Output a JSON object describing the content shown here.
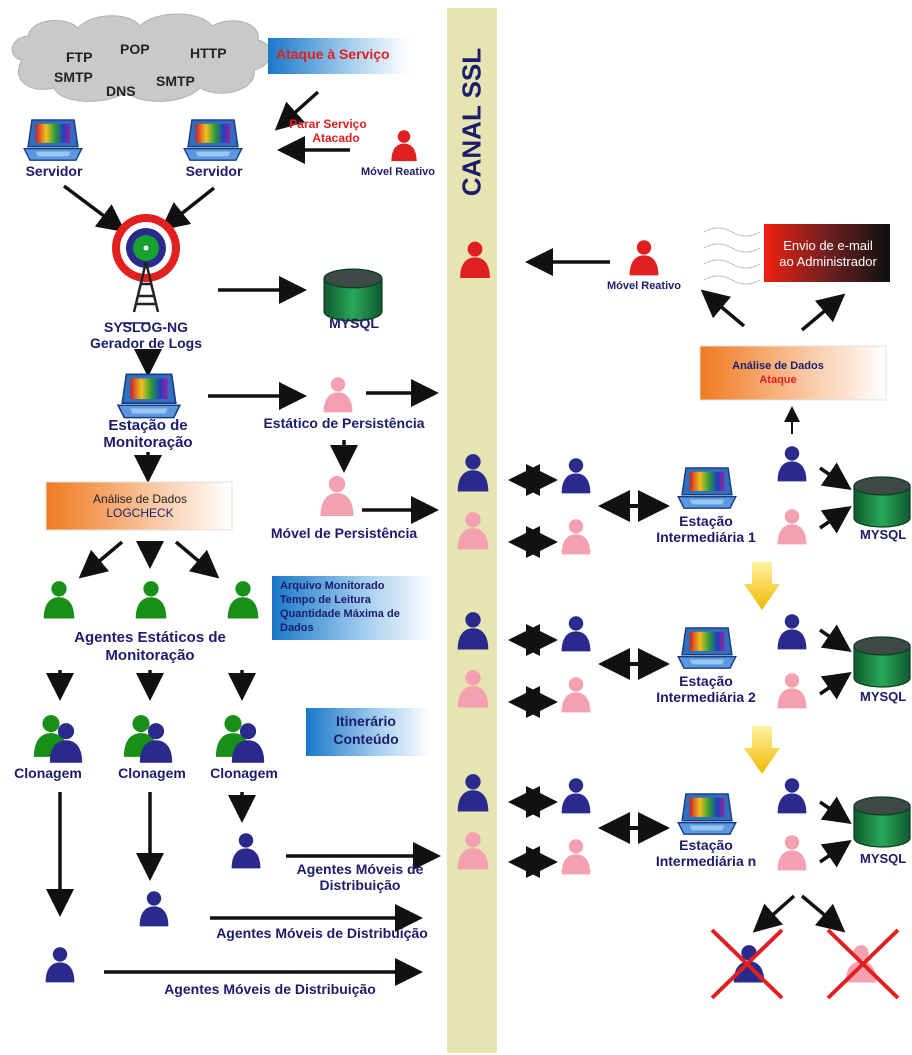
{
  "channel": {
    "label": "CANAL SSL"
  },
  "cloud": {
    "protocols": [
      "FTP",
      "POP",
      "HTTP",
      "SMTP",
      "DNS",
      "SMTP"
    ]
  },
  "attack": {
    "label": "Ataque à Serviço"
  },
  "stop_service": {
    "line1": "Parar Serviço",
    "line2": "Atacado"
  },
  "servers": [
    {
      "label": "Servidor"
    },
    {
      "label": "Servidor"
    }
  ],
  "reactive_agent": {
    "label": "Móvel Reativo"
  },
  "syslog": {
    "line1": "SYSLOG-NG",
    "line2": "Gerador de Logs"
  },
  "mysql_main": {
    "label": "MYSQL"
  },
  "station": {
    "line1": "Estação de",
    "line2": "Monitoração"
  },
  "static_persistence": {
    "label": "Estático de Persistência"
  },
  "mobile_persistence": {
    "label": "Móvel de Persistência"
  },
  "logcheck_box": {
    "line1": "Análise de Dados",
    "line2": "LOGCHECK"
  },
  "monitor_box": {
    "lines": [
      "Arquivo Monitorado",
      "Tempo de Leitura",
      "Quantidade Máxima de",
      "Dados"
    ]
  },
  "static_agents": {
    "line1": "Agentes Estáticos de",
    "line2": "Monitoração"
  },
  "cloning": {
    "labels": [
      "Clonagem",
      "Clonagem",
      "Clonagem"
    ]
  },
  "itinerary_box": {
    "line1": "Itinerário",
    "line2": "Conteúdo"
  },
  "distribution": {
    "label_a1": "Agentes Móveis de",
    "label_a2": "Distribuição",
    "label_b": "Agentes Móveis de Distribuição",
    "label_c": "Agentes Móveis de Distribuição"
  },
  "email_box": {
    "line1": "Envio de e-mail",
    "line2": "ao Administrador"
  },
  "reactive_right": {
    "label": "Móvel Reativo"
  },
  "analysis_attack": {
    "line1": "Análise de Dados",
    "line2": "Ataque"
  },
  "intermediate": [
    {
      "line1": "Estação",
      "line2": "Intermediária 1"
    },
    {
      "line1": "Estação",
      "line2": "Intermediária 2"
    },
    {
      "line1": "Estação",
      "line2": "Intermediária n"
    }
  ],
  "mysql_right": [
    "MYSQL",
    "MYSQL",
    "MYSQL"
  ],
  "colors": {
    "navy": "#1c1c6c",
    "agent_red": "#e02020",
    "agent_pink": "#f4a0b0",
    "agent_green": "#189018",
    "agent_blue": "#2a2a8c",
    "channel": "#e6e4b0",
    "db_green": "#1e8a4a",
    "orange": "#f07a20",
    "box_blue": "#1a78c8"
  },
  "icons": [
    "cloud-icon",
    "laptop-icon",
    "antenna-target-icon",
    "database-icon",
    "person-icon",
    "clone-person-icon",
    "double-arrow-icon",
    "down-arrow-icon",
    "cross-icon",
    "wave-icon"
  ]
}
